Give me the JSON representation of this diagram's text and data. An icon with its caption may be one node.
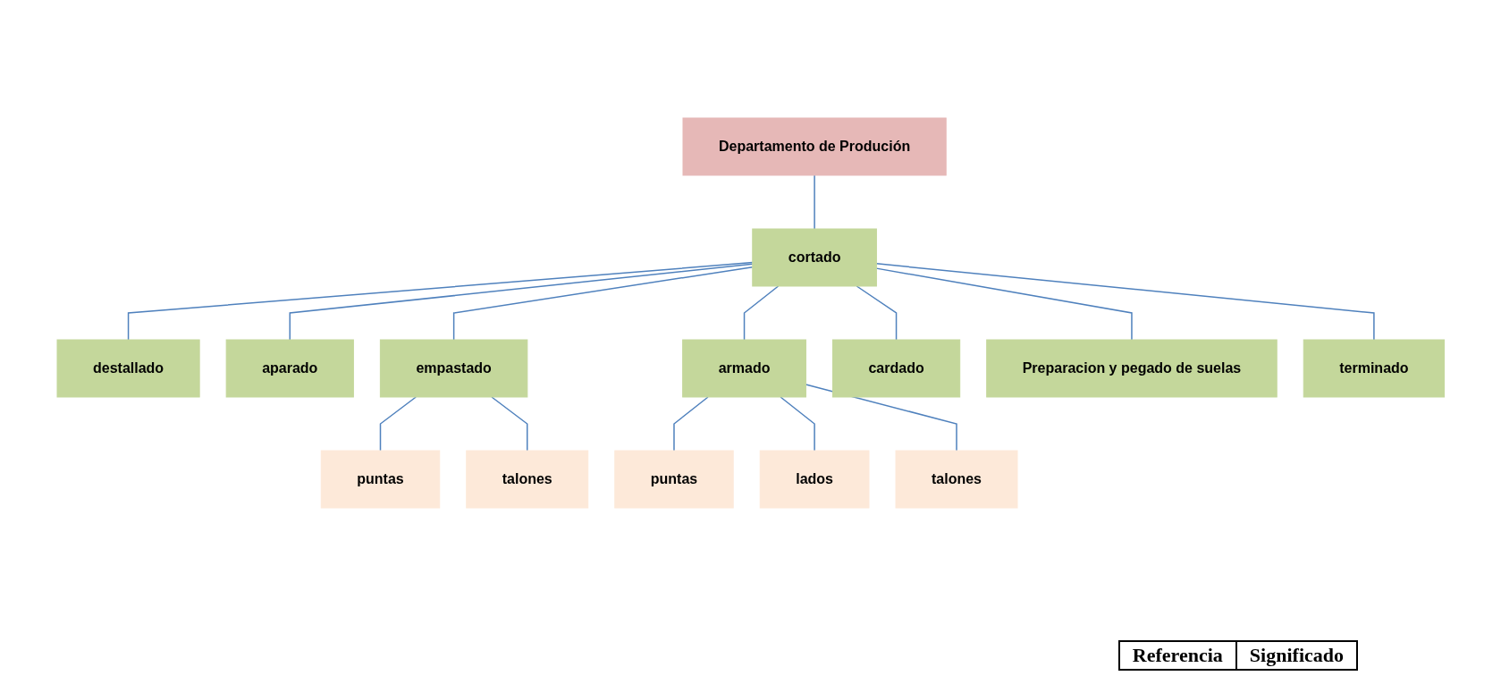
{
  "diagram": {
    "nodes": [
      {
        "text": [
          "Departamento de Produción"
        ]
      },
      {
        "text": [
          "cortado"
        ]
      },
      {
        "text": [
          "destallado"
        ]
      },
      {
        "text": [
          "aparado"
        ]
      },
      {
        "text": [
          "empastado"
        ]
      },
      {
        "text": [
          "armado"
        ]
      },
      {
        "text": [
          "cardado"
        ]
      },
      {
        "text": [
          "Preparacion y pegado de suelas"
        ]
      },
      {
        "text": [
          "terminado"
        ]
      },
      {
        "text": [
          "puntas"
        ]
      },
      {
        "text": [
          "talones"
        ]
      },
      {
        "text": [
          "puntas"
        ]
      },
      {
        "text": [
          "lados"
        ]
      },
      {
        "text": [
          "talones"
        ]
      }
    ],
    "edges": [
      {
        "from": 0,
        "to": 1,
        "arrow": "none"
      },
      {
        "from": 1,
        "to": 2,
        "arrow": "none"
      },
      {
        "from": 1,
        "to": 3,
        "arrow": "none"
      },
      {
        "from": 1,
        "to": 4,
        "arrow": "none"
      },
      {
        "from": 1,
        "to": 5,
        "arrow": "none"
      },
      {
        "from": 1,
        "to": 6,
        "arrow": "none"
      },
      {
        "from": 1,
        "to": 7,
        "arrow": "none"
      },
      {
        "from": 1,
        "to": 8,
        "arrow": "none"
      },
      {
        "from": 4,
        "to": 9,
        "arrow": "none"
      },
      {
        "from": 4,
        "to": 10,
        "arrow": "none"
      },
      {
        "from": 5,
        "to": 11,
        "arrow": "none"
      },
      {
        "from": 5,
        "to": 12,
        "arrow": "none"
      },
      {
        "from": 5,
        "to": 13,
        "arrow": "none"
      }
    ],
    "labels": [
      "Referencia",
      "Significado"
    ]
  }
}
